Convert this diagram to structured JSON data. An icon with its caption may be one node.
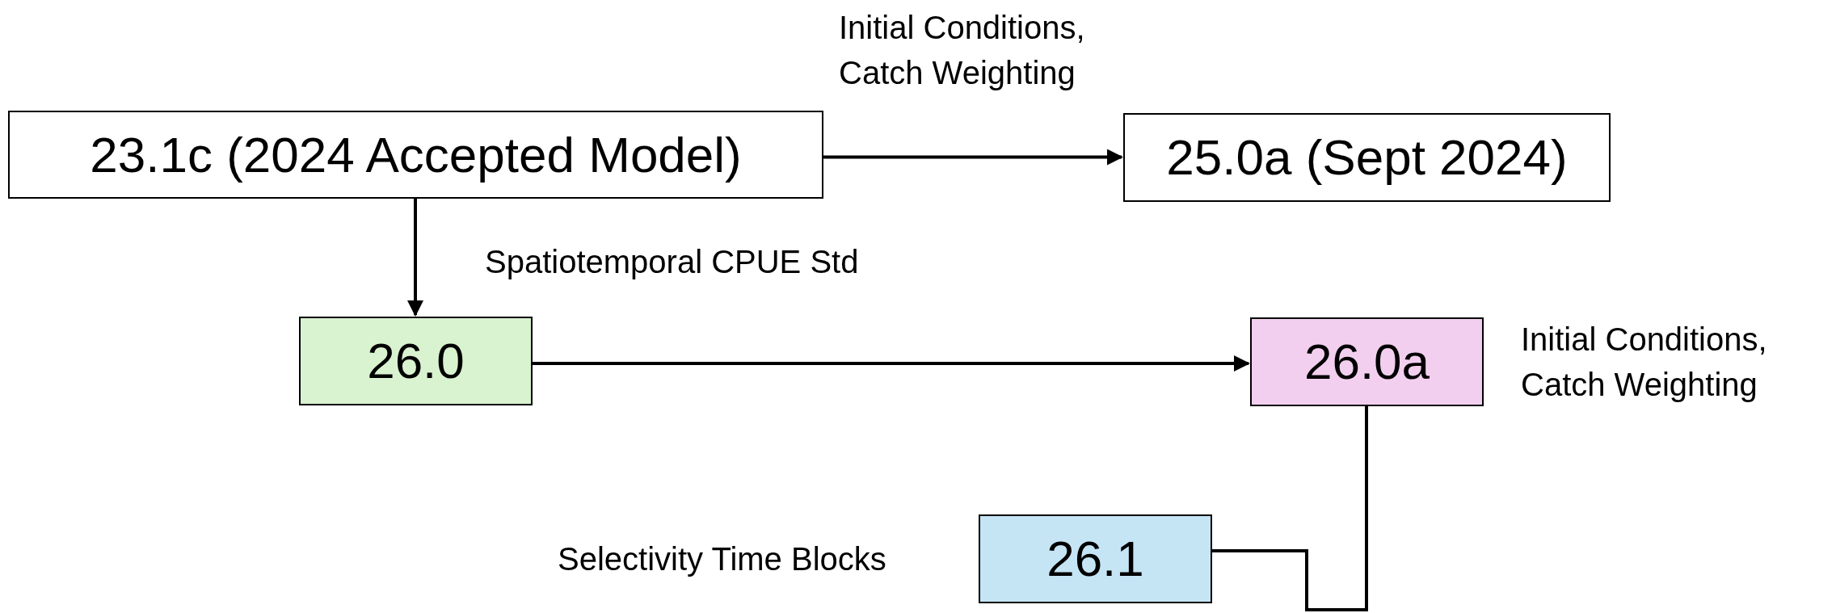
{
  "diagram": {
    "nodes": [
      {
        "text": [
          "23.1c (2024 Accepted Model)"
        ]
      },
      {
        "text": [
          "25.0a (Sept 2024)"
        ]
      },
      {
        "text": [
          "26.0"
        ]
      },
      {
        "text": [
          "26.0a"
        ],
        "beside": [
          "Initial Conditions, Catch Weighting"
        ]
      },
      {
        "text": [
          "26.1"
        ],
        "beside": [
          "Selectivity Time Blocks"
        ]
      }
    ],
    "edges": [
      {
        "from": 0,
        "to": 1,
        "arrow": "to",
        "label": "Initial Conditions, Catch Weighting"
      },
      {
        "from": 0,
        "to": 2,
        "arrow": "to",
        "label": "Spatiotemporal CPUE Std"
      },
      {
        "from": 2,
        "to": 3,
        "arrow": "to"
      },
      {
        "from": 3,
        "to": 4,
        "arrow": "none"
      }
    ]
  }
}
